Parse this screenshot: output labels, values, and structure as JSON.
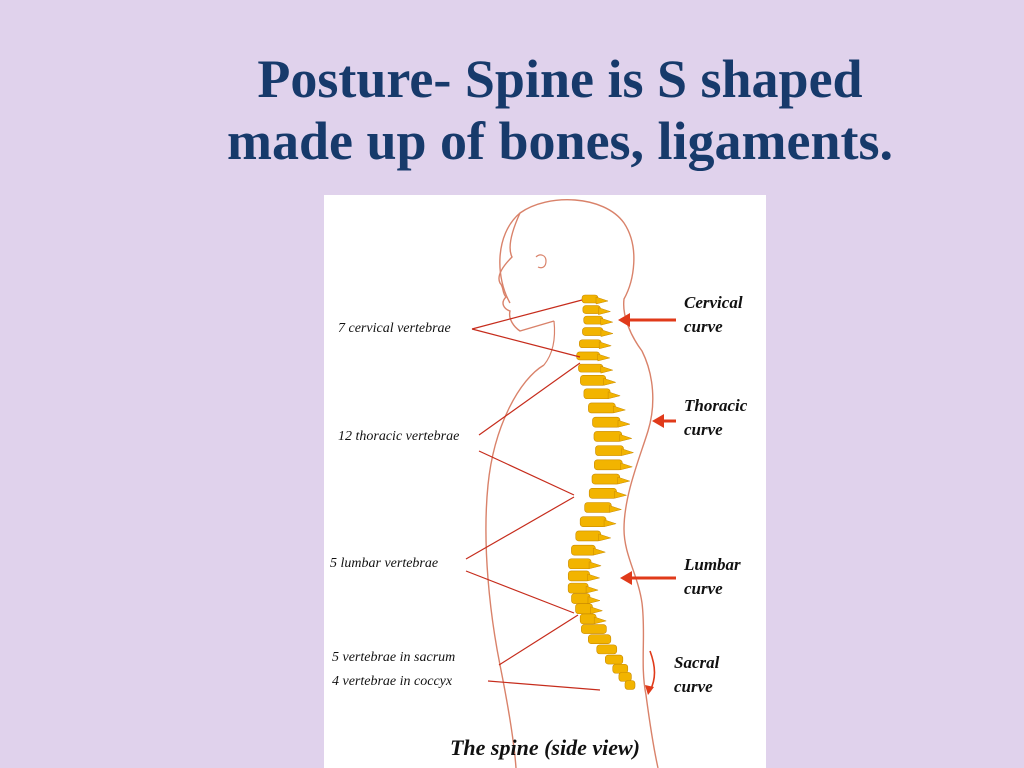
{
  "title": {
    "line1": "Posture- Spine is S shaped",
    "line2": "made up of bones, ligaments."
  },
  "figure": {
    "caption": "The spine (side view)",
    "left_labels": {
      "cervical": "7 cervical vertebrae",
      "thoracic": "12 thoracic vertebrae",
      "lumbar": "5 lumbar vertebrae",
      "sacrum": "5 vertebrae in sacrum",
      "coccyx": "4 vertebrae in  coccyx"
    },
    "curves": [
      {
        "line1": "Cervical",
        "line2": "curve"
      },
      {
        "line1": "Thoracic",
        "line2": "curve"
      },
      {
        "line1": "Lumbar",
        "line2": "curve"
      },
      {
        "line1": "Sacral",
        "line2": "curve"
      }
    ]
  },
  "colors": {
    "background": "#e0d2ec",
    "title": "#173a6b",
    "bone": "#f2b400",
    "outline": "#d9826a",
    "pointer": "#c62c1c",
    "arrow": "#e03a1a"
  }
}
